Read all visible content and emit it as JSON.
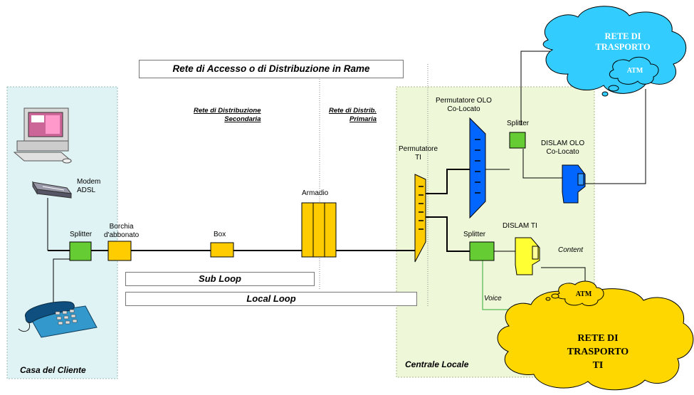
{
  "title_box": "Rete di Accesso o di Distribuzione in Rame",
  "regions": {
    "customer_home": "Casa del Cliente",
    "local_exchange": "Centrale Locale"
  },
  "segments": {
    "secondary_line1": "Rete di Distribuzione",
    "secondary_line2": "Secondaria",
    "primary_line1": "Rete di Distrib.",
    "primary_line2": "Primaria"
  },
  "loops": {
    "sub_loop": "Sub Loop",
    "local_loop": "Local Loop"
  },
  "devices": {
    "modem_line1": "Modem",
    "modem_line2": "ADSL",
    "splitter_customer": "Splitter",
    "socket_line1": "Borchia",
    "socket_line2": "d'abbonato",
    "box": "Box",
    "cabinet": "Armadio",
    "ti_patch_line1": "Permutatore",
    "ti_patch_line2": "TI",
    "olo_patch_line1": "Permutatore OLO",
    "olo_patch_line2": "Co-Locato",
    "olo_splitter": "Splitter",
    "dslam_olo_line1": "DISLAM OLO",
    "dslam_olo_line2": "Co-Locato",
    "ti_splitter": "Splitter",
    "dslam_ti": "DISLAM TI",
    "content": "Content",
    "voice": "Voice"
  },
  "clouds": {
    "transport_top_line1": "RETE DI",
    "transport_top_line2": "TRASPORTO",
    "atm_top": "ATM",
    "atm_bottom": "ATM",
    "transport_ti_line1": "RETE DI",
    "transport_ti_line2": "TRASPORTO",
    "transport_ti_line3": "TI"
  },
  "colors": {
    "customer_area": "#dff3f5",
    "exchange_area": "#eef7d8",
    "yellow_device": "#ffcc00",
    "green_splitter": "#66cc33",
    "blue_device": "#0066ff",
    "cloud_blue": "#33ccff",
    "cloud_yellow": "#ffd700",
    "dslam_ti_yellow": "#ffff33"
  },
  "icons": {
    "computer": "desktop-computer-icon",
    "modem": "adsl-modem-icon",
    "telephone": "telephone-icon"
  }
}
